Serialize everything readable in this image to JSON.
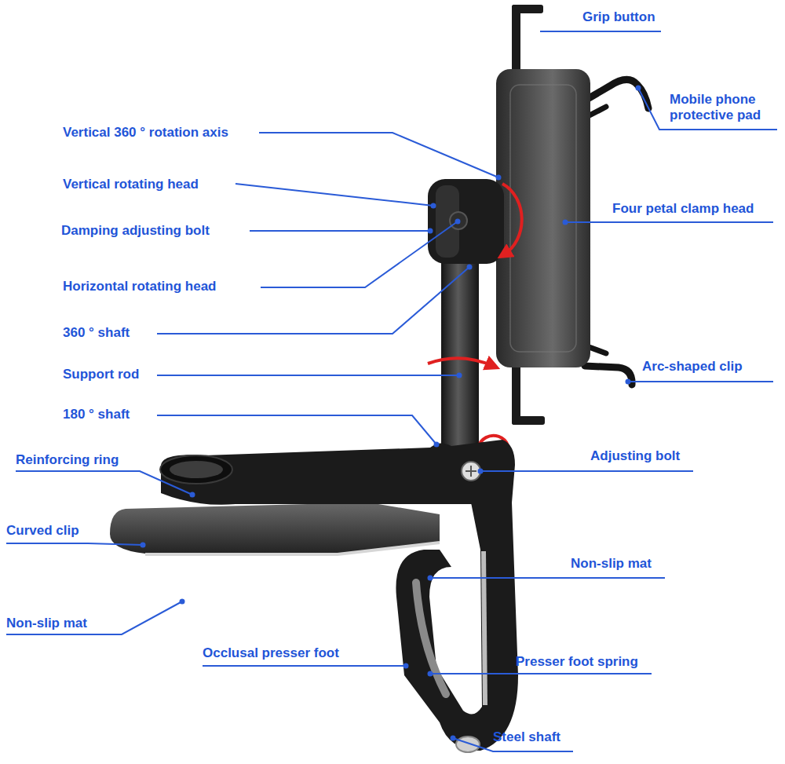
{
  "diagram": {
    "labels": [
      "Grip button",
      "Mobile phone protective pad",
      "Vertical 360 ° rotation axis",
      "Vertical rotating head",
      "Damping adjusting bolt",
      "Horizontal rotating head",
      "Four petal clamp head",
      "360 ° shaft",
      "Support rod",
      "Arc-shaped clip",
      "180 ° shaft",
      "Reinforcing ring",
      "Adjusting bolt",
      "Curved clip",
      "Non-slip mat",
      "Non-slip mat",
      "Occlusal presser foot",
      "Presser foot spring",
      "Steel shaft"
    ]
  }
}
